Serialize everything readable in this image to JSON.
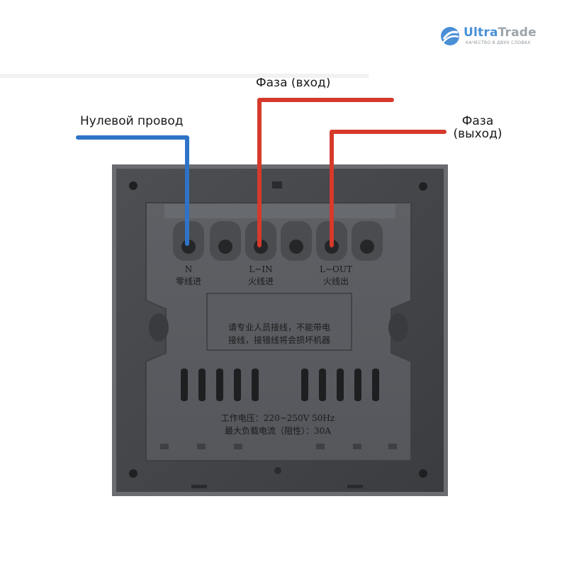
{
  "brand": {
    "name_part1": "Ultra",
    "name_part2": "Trade",
    "tagline": "КАЧЕСТВО В ДВУХ СЛОВАХ",
    "colors": {
      "accent": "#4a8fd6",
      "gray": "#9ea4ab"
    }
  },
  "callouts": {
    "neutral": "Нулевой провод",
    "phase_in": "Фаза (вход)",
    "phase_out_line1": "Фаза",
    "phase_out_line2": "(выход)"
  },
  "wire_colors": {
    "neutral": "#2f73c8",
    "phase": "#d63a2b"
  },
  "terminals": {
    "n_code": "N",
    "n_cn": "零线进",
    "lin_code": "L~IN",
    "lin_cn": "火线进",
    "lout_code": "L~OUT",
    "lout_cn": "火线出"
  },
  "warning": {
    "line1": "请专业人员接线，不能带电",
    "line2": "接线，接错线将会损坏机器"
  },
  "specs": {
    "line1": "工作电压：220~250V  50Hz",
    "line2": "最大负载电流（阻性）：30A"
  }
}
